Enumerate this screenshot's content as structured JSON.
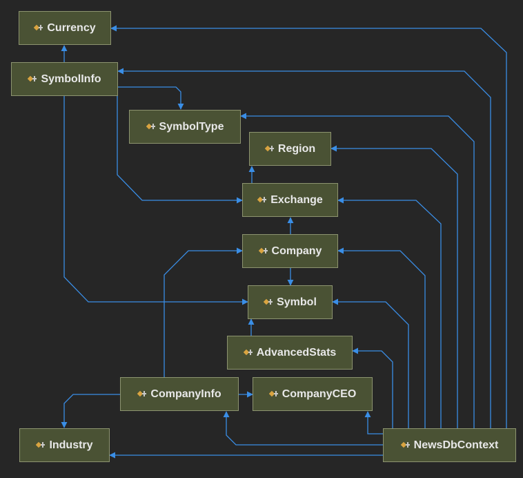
{
  "nodes": {
    "currency": "Currency",
    "symbolinfo": "SymbolInfo",
    "symboltype": "SymbolType",
    "region": "Region",
    "exchange": "Exchange",
    "company": "Company",
    "symbol": "Symbol",
    "advancedstats": "AdvancedStats",
    "companyinfo": "CompanyInfo",
    "companyceo": "CompanyCEO",
    "industry": "Industry",
    "newsdbcontext": "NewsDbContext"
  },
  "colors": {
    "background": "#262626",
    "node_fill": "#4a5234",
    "node_border": "#8d9470",
    "edge": "#3a8ee6",
    "text": "#e8e8e8"
  },
  "icon": "class-icon"
}
